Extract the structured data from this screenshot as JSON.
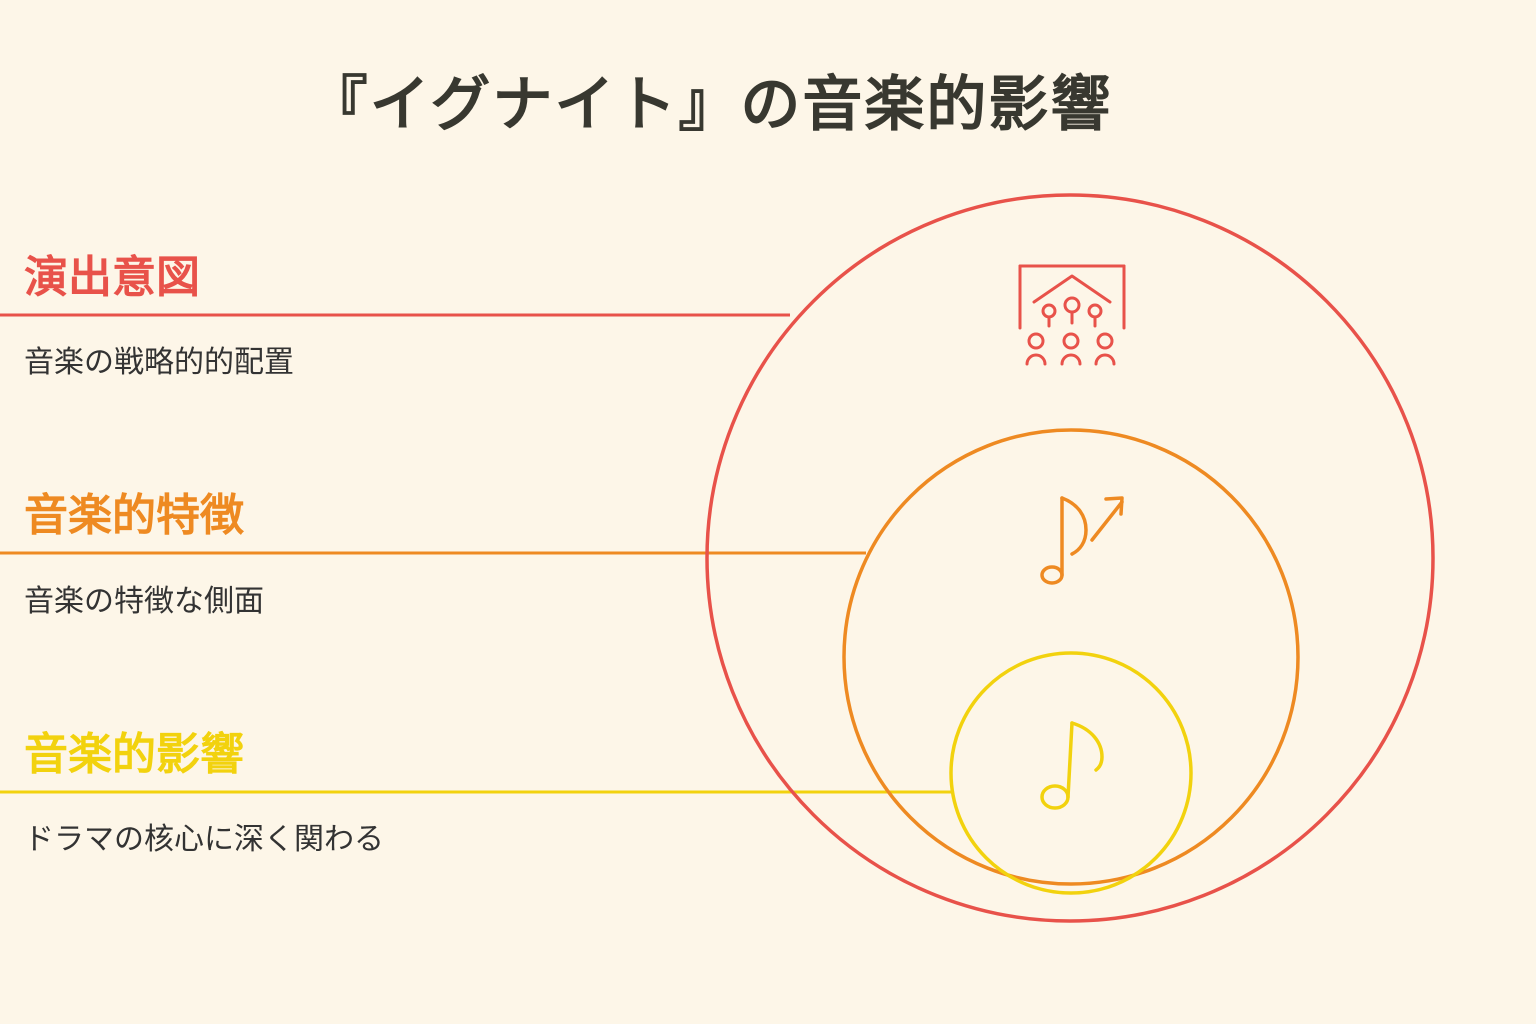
{
  "title": "『イグナイト』の音楽的影響",
  "colors": {
    "background": "#fdf6e8",
    "title": "#383830",
    "outer": "#e8524a",
    "middle": "#ee8a22",
    "inner": "#f2d20e",
    "description": "#333333"
  },
  "layers": [
    {
      "label": "演出意図",
      "description": "音楽の戦略的的配置",
      "icon": "audience-stage-icon",
      "color": "#e8524a"
    },
    {
      "label": "音楽的特徴",
      "description": "音楽の特徴な側面",
      "icon": "music-note-arrow-icon",
      "color": "#ee8a22"
    },
    {
      "label": "音楽的影響",
      "description": "ドラマの核心に深く関わる",
      "icon": "music-note-icon",
      "color": "#f2d20e"
    }
  ]
}
